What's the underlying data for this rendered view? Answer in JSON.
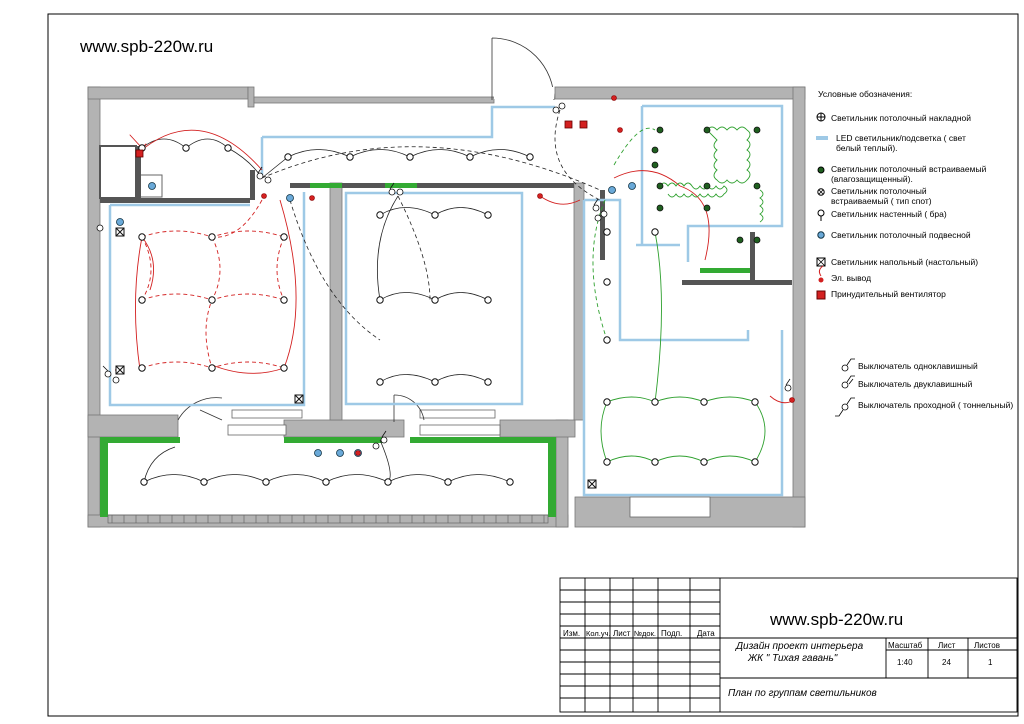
{
  "watermark": {
    "top_left": "www.spb-220w.ru",
    "title_block": "www.spb-220w.ru"
  },
  "legend": {
    "title": "Условные обозначения:",
    "items": [
      {
        "key": "ceiling-surface",
        "label": "Светильник потолочный накладной"
      },
      {
        "key": "led-strip",
        "label": "LED светильник/подсветка ( свет белый теплый).",
        "color": "#9ec9e6"
      },
      {
        "key": "recessed-wet",
        "label": "Светильник потолочный встраиваемый (влагозащищенный)."
      },
      {
        "key": "recessed-spot",
        "label": "Светильник потолочный встраиваемый ( тип спот)"
      },
      {
        "key": "wall-sconce",
        "label": "Светильник настенный ( бра)"
      },
      {
        "key": "pendant",
        "label": "Светильник потолочный подвесной",
        "color": "#6aa9d8"
      },
      {
        "key": "floor-lamp",
        "label": "Светильник напольный (настольный)"
      },
      {
        "key": "outlet",
        "label": "Эл. вывод",
        "color": "#d32020"
      },
      {
        "key": "fan",
        "label": "Принудительный вентилятор",
        "color": "#c02020"
      }
    ],
    "switches": [
      {
        "key": "single",
        "label": "Выключатель одноклавишный"
      },
      {
        "key": "double",
        "label": "Выключатель двуклавишный"
      },
      {
        "key": "pass",
        "label": "Выключатель проходной ( тоннельный)"
      }
    ]
  },
  "title_block": {
    "columns": [
      "Изм.",
      "Кол.уч.",
      "Лист",
      "№док.",
      "Подп.",
      "Дата"
    ],
    "project_line1": "Дизайн проект интерьера",
    "project_line2": "ЖК \" Тихая гавань\"",
    "scale_label": "Масштаб",
    "sheet_label": "Лист",
    "sheets_label": "Листов",
    "scale_value": "1:40",
    "sheet_value": "24",
    "sheets_value": "1",
    "drawing_name": "План по группам светильников"
  },
  "colors": {
    "wall": "#a9a9a9",
    "led": "#9ec9e6",
    "green_group": "#2ea02e",
    "red_group": "#d32020",
    "balcony_green": "#33aa33"
  }
}
